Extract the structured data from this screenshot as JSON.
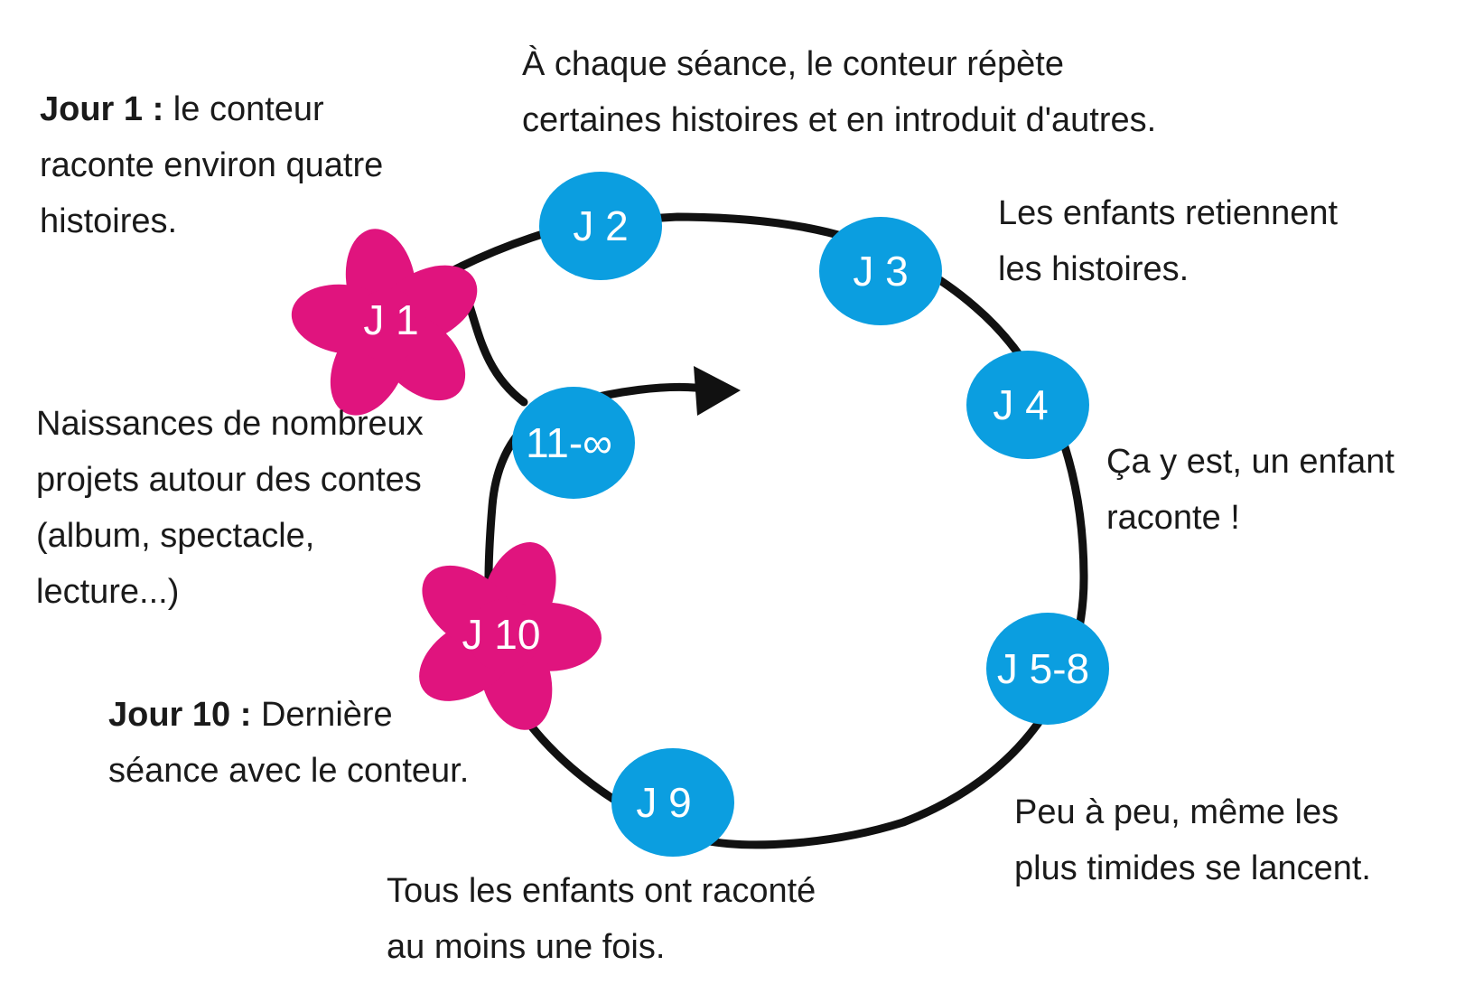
{
  "colors": {
    "stroke": "#111111",
    "blue_node": "#0b9ee0",
    "pink_flower": "#e0147e",
    "label": "#ffffff",
    "text": "#1a1a1a"
  },
  "nodes": {
    "j1": "J 1",
    "j2": "J 2",
    "j3": "J 3",
    "j4": "J 4",
    "j5_8": "J 5-8",
    "j9": "J 9",
    "j10": "J 10",
    "j11": "11-∞"
  },
  "captions": {
    "day1": {
      "bold": "Jour 1 :",
      "line1": " le conteur",
      "line2": "raconte environ quatre",
      "line3": "histoires."
    },
    "each_session": {
      "line1": "À chaque séance, le conteur répète",
      "line2": "certaines histoires et en introduit d'autres."
    },
    "retain": {
      "line1": "Les enfants retiennent",
      "line2": "les histoires."
    },
    "child_tells": {
      "line1": "Ça y est, un enfant",
      "line2": "raconte !"
    },
    "timid": {
      "line1": "Peu à peu, même les",
      "line2": "plus timides se lancent."
    },
    "all_told": {
      "line1": "Tous les enfants ont raconté",
      "line2": "au moins une fois."
    },
    "day10": {
      "bold": "Jour 10 :",
      "line1": " Dernière",
      "line2": "séance avec le conteur."
    },
    "projects": {
      "line1": "Naissances de nombreux",
      "line2": "projets autour des contes",
      "line3": "(album, spectacle,",
      "line4": "lecture...)"
    }
  }
}
